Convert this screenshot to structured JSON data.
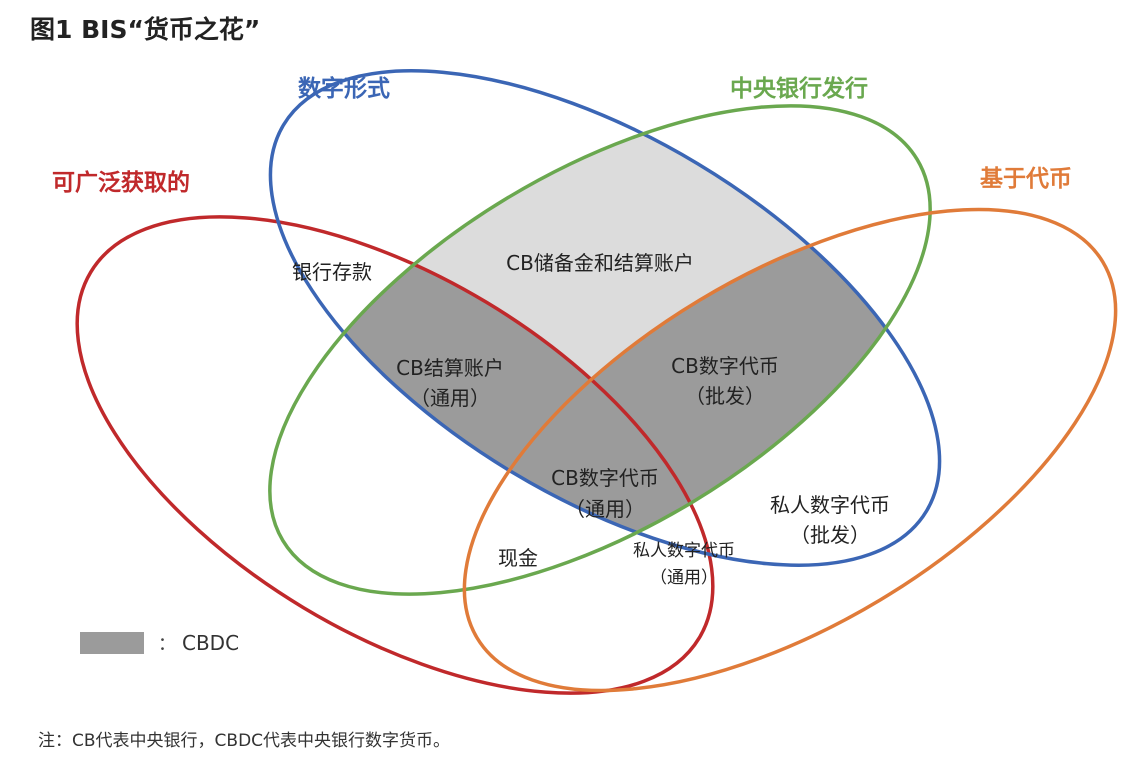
{
  "title": "图1 BIS“货币之花”",
  "sets": {
    "widely_accessible": {
      "label": "可广泛获取的",
      "color": "#c0292b"
    },
    "digital_form": {
      "label": "数字形式",
      "color": "#3b66b5"
    },
    "central_bank_issued": {
      "label": "中央银行发行",
      "color": "#6aa84f"
    },
    "token_based": {
      "label": "基于代币",
      "color": "#e07b39"
    }
  },
  "regions": {
    "bank_deposits": "银行存款",
    "cb_reserves": "CB储备金和结算账户",
    "cb_accounts_line1": "CB结算账户",
    "cb_accounts_line2": "（通用）",
    "cb_token_wholesale_line1": "CB数字代币",
    "cb_token_wholesale_line2": "（批发）",
    "cb_token_general_line1": "CB数字代币",
    "cb_token_general_line2": "（通用）",
    "private_token_wholesale_line1": "私人数字代币",
    "private_token_wholesale_line2": "（批发）",
    "cash": "现金",
    "private_token_general_line1": "私人数字代币",
    "private_token_general_line2": "（通用）"
  },
  "legend": {
    "separator": "：",
    "label": "CBDC",
    "swatch_color": "#9b9b9b"
  },
  "highlight_colors": {
    "cbdc": "#9b9b9b",
    "reserves": "#dcdcdc"
  },
  "footnote": "注：CB代表中央银行，CBDC代表中央银行数字货币。"
}
